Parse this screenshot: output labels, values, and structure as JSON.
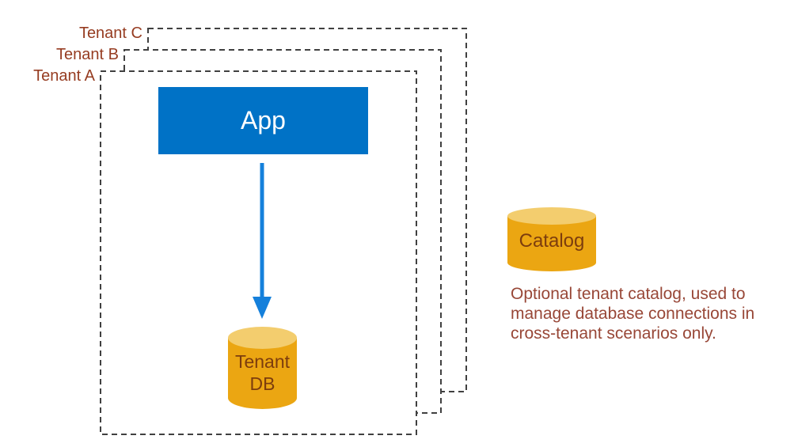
{
  "diagram": {
    "tenant_boundaries": [
      {
        "label": "Tenant C"
      },
      {
        "label": "Tenant B"
      },
      {
        "label": "Tenant A"
      }
    ],
    "app": {
      "label": "App"
    },
    "tenant_db": {
      "label_line1": "Tenant",
      "label_line2": "DB"
    },
    "catalog": {
      "label": "Catalog",
      "description_lines": [
        "Optional tenant catalog, used to",
        "manage database connections in",
        "cross-tenant scenarios only."
      ]
    },
    "colors": {
      "app_fill": "#0072c6",
      "app_text": "#ffffff",
      "arrow": "#1580db",
      "cylinder_body": "#eba612",
      "cylinder_top": "#f3cd6e",
      "cylinder_label_text": "#7c3d0e",
      "tenant_label_text": "#963c21",
      "description_text": "#984737",
      "dashed_boundary": "#404040",
      "background": "#ffffff"
    }
  }
}
